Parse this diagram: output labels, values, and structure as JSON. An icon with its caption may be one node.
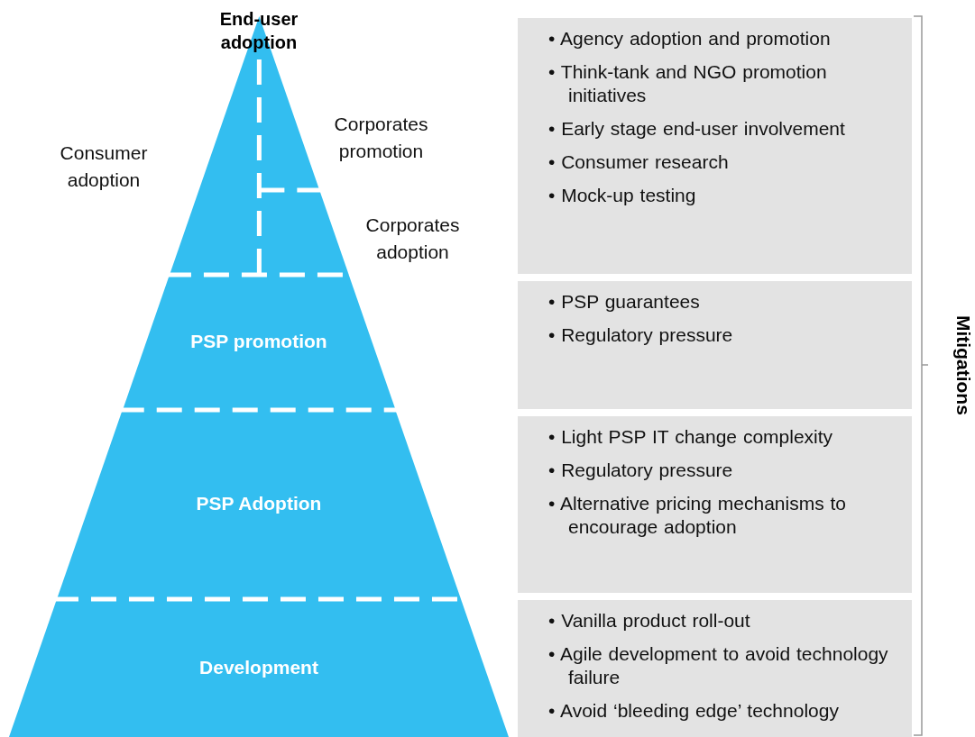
{
  "diagram": {
    "nodes": [
      {
        "text": [
          "End-user adoption"
        ]
      },
      {
        "text": [
          "PSP promotion"
        ]
      },
      {
        "text": [
          "PSP Adoption"
        ]
      },
      {
        "text": [
          "Development"
        ]
      },
      {
        "text": [
          "• Agency adoption and promotion",
          "• Think-tank  and NGO promotion initiatives",
          "• Early stage end-user involvement",
          "• Consumer research",
          "• Mock-up testing"
        ]
      },
      {
        "text": [
          "• PSP guarantees",
          "• Regulatory pressure"
        ]
      },
      {
        "text": [
          "• Light PSP IT change complexity",
          "• Regulatory pressure",
          "• Alternative pricing mechanisms to encourage adoption"
        ]
      },
      {
        "text": [
          "• Vanilla product roll-out",
          "• Agile development to avoid technology failure",
          "• Avoid ‘bleeding edge’ technology"
        ]
      }
    ],
    "labels": [
      "Consumer adoption",
      "Corporates promotion",
      "Corporates adoption",
      "Mitigations"
    ]
  }
}
